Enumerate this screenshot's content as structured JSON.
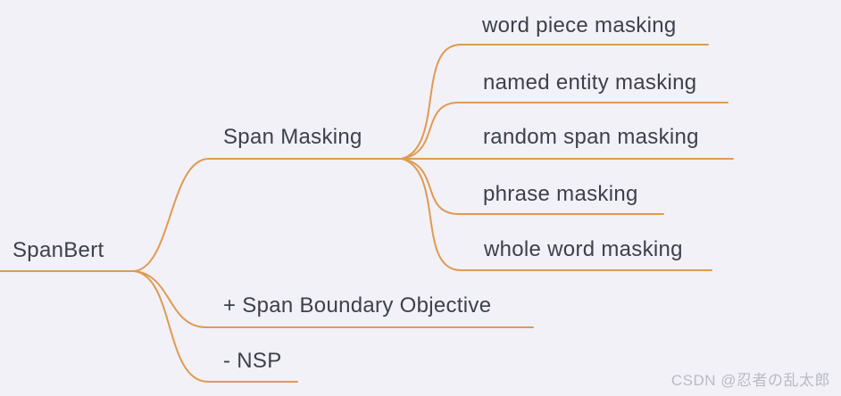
{
  "colors": {
    "background": "#f2f1f7",
    "branch_line": "#e09a52",
    "node_text": "#3c414b",
    "watermark_text": "#b9bac6"
  },
  "mindmap": {
    "root": {
      "label": "SpanBert"
    },
    "branches": [
      {
        "label": "Span Masking",
        "children": [
          {
            "label": "word piece masking"
          },
          {
            "label": "named entity masking"
          },
          {
            "label": "random span masking"
          },
          {
            "label": "phrase masking"
          },
          {
            "label": "whole word masking"
          }
        ]
      },
      {
        "label": "+ Span Boundary Objective",
        "children": []
      },
      {
        "label": "- NSP",
        "children": []
      }
    ]
  },
  "watermark": {
    "text": "CSDN @忍者の乱太郎"
  }
}
